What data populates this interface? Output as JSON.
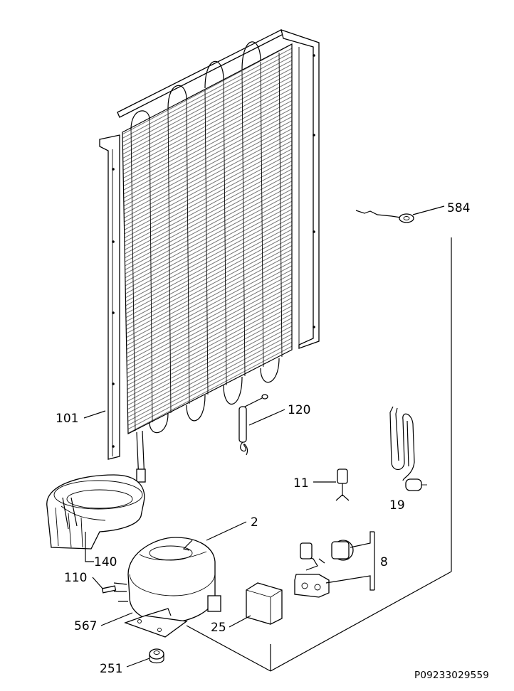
{
  "labels": {
    "p584": "584",
    "p120": "120",
    "p101": "101",
    "p11": "11",
    "p19": "19",
    "p2": "2",
    "p140": "140",
    "p8": "8",
    "p110": "110",
    "p567": "567",
    "p25": "25",
    "p251": "251"
  },
  "reference": "P09233029559"
}
